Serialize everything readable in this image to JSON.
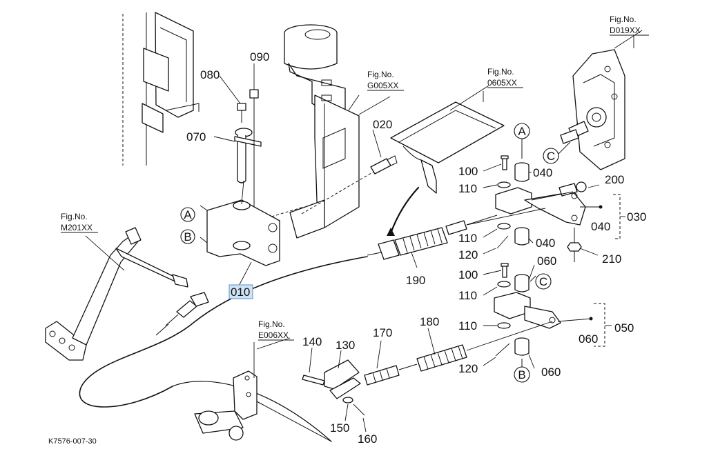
{
  "figure_code": "K7576-007-30",
  "references": {
    "d019": {
      "title": "Fig.No.",
      "code": "D019XX"
    },
    "g005": {
      "title": "Fig.No.",
      "code": "G005XX"
    },
    "f0605": {
      "title": "Fig.No.",
      "code": "0605XX"
    },
    "m201": {
      "title": "Fig.No.",
      "code": "M201XX"
    },
    "e006": {
      "title": "Fig.No.",
      "code": "E006XX"
    }
  },
  "callouts": {
    "p010": "010",
    "p020": "020",
    "p030": "030",
    "p040a": "040",
    "p040b": "040",
    "p040c": "040",
    "p050": "050",
    "p060a": "060",
    "p060b": "060",
    "p060c": "060",
    "p070": "070",
    "p080": "080",
    "p090": "090",
    "p100a": "100",
    "p100b": "100",
    "p110a": "110",
    "p110b": "110",
    "p110c": "110",
    "p110d": "110",
    "p120a": "120",
    "p120b": "120",
    "p130": "130",
    "p140": "140",
    "p150": "150",
    "p160": "160",
    "p170": "170",
    "p180": "180",
    "p190": "190",
    "p200": "200",
    "p210": "210"
  },
  "markers": {
    "a_left": "A",
    "b_left": "B",
    "a_right": "A",
    "b_right": "B",
    "c_upper": "C",
    "c_lower": "C"
  },
  "selected_callout": "010"
}
